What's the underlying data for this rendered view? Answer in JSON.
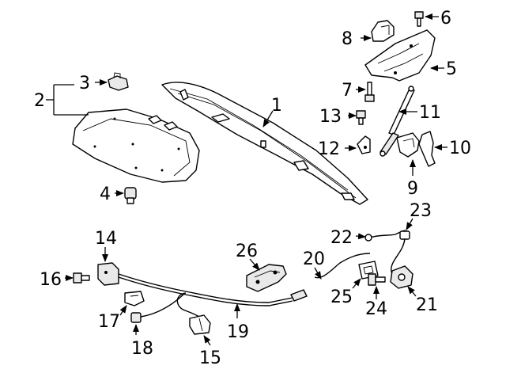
{
  "diagram": {
    "callouts": {
      "c1": "1",
      "c2": "2",
      "c3": "3",
      "c4": "4",
      "c5": "5",
      "c6": "6",
      "c7": "7",
      "c8": "8",
      "c9": "9",
      "c10": "10",
      "c11": "11",
      "c12": "12",
      "c13": "13",
      "c14": "14",
      "c15": "15",
      "c16": "16",
      "c17": "17",
      "c18": "18",
      "c19": "19",
      "c20": "20",
      "c21": "21",
      "c22": "22",
      "c23": "23",
      "c24": "24",
      "c25": "25",
      "c26": "26"
    },
    "colors": {
      "stroke": "#000000",
      "fill": "#ffffff",
      "shade": "#e9e9e9"
    }
  }
}
